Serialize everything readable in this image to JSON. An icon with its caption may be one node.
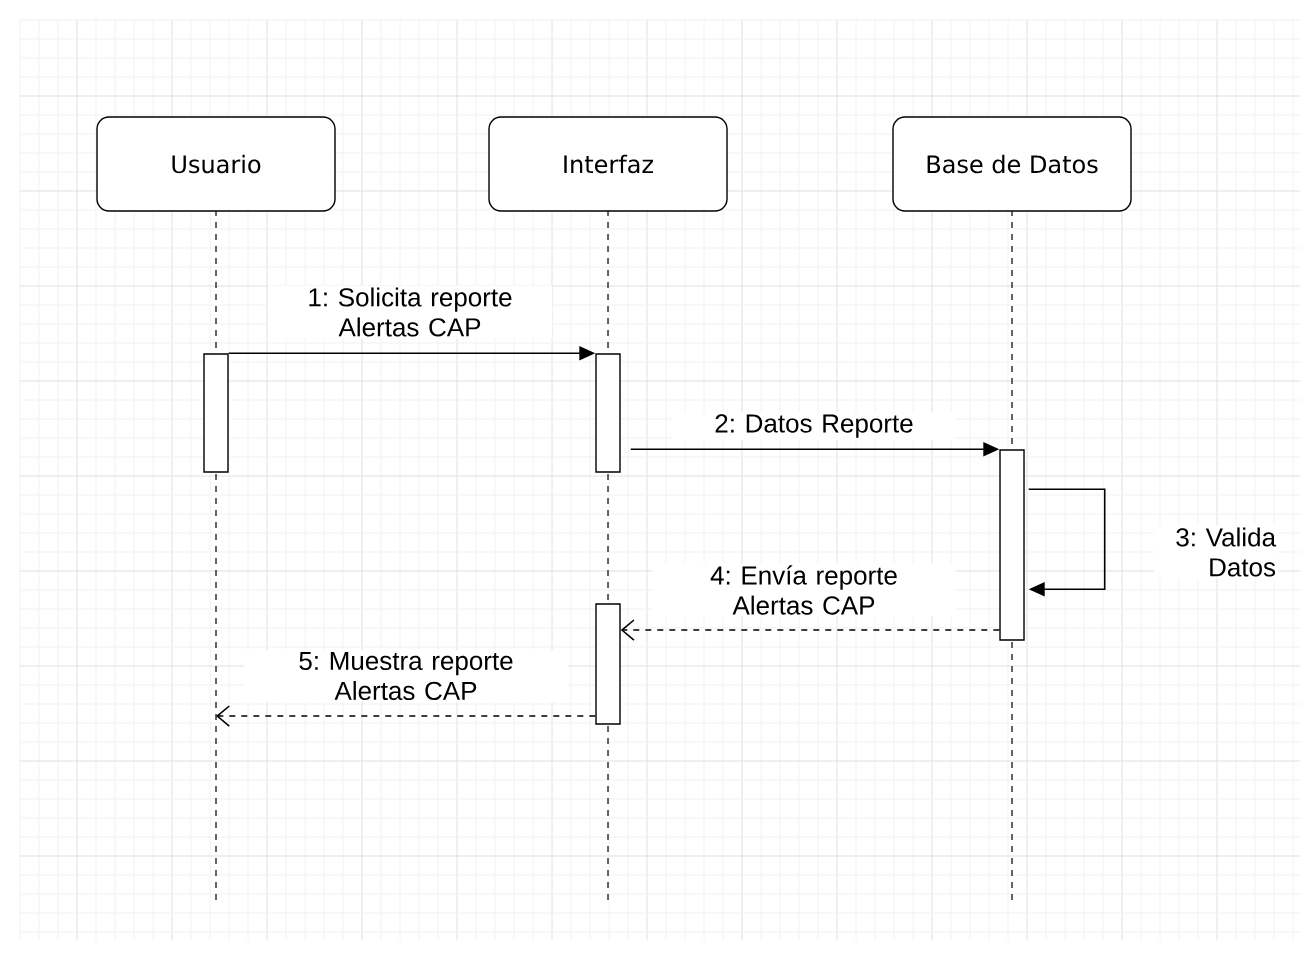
{
  "diagram": {
    "nodes": [
      {
        "text": [
          "Usuario"
        ]
      },
      {
        "text": [
          "Interfaz"
        ]
      },
      {
        "text": [
          "Base de Datos"
        ]
      },
      {
        "text": [],
        "shape": "bar"
      },
      {
        "text": [],
        "shape": "bar"
      },
      {
        "text": [],
        "shape": "bar"
      },
      {
        "text": [],
        "shape": "bar"
      }
    ],
    "edges": [
      {
        "from": 3,
        "to": 4,
        "arrow": "to",
        "label": "1: Solicita reporte Alertas CAP"
      },
      {
        "from": 4,
        "to": 5,
        "arrow": "to",
        "label": "2: Datos Reporte"
      },
      {
        "from": 5,
        "to": 5,
        "arrow": "to",
        "label": "3: Valida Datos"
      },
      {
        "from": 5,
        "to": 6,
        "arrow": "to",
        "style": "dashed",
        "label": "4: Envía reporte Alertas CAP"
      },
      {
        "from": 6,
        "to": null,
        "arrow": "to",
        "style": "dashed",
        "label": "5: Muestra reporte Alertas CAP"
      }
    ]
  }
}
